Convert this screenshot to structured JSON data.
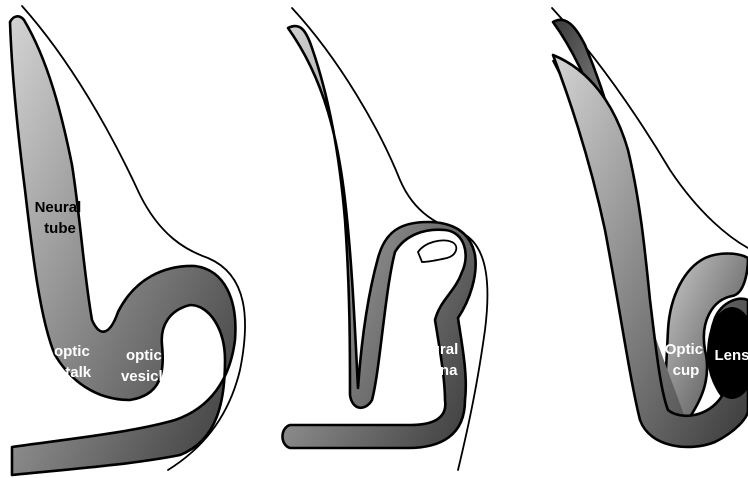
{
  "panels": [
    {
      "stage": "optic-vesicle",
      "labels": {
        "neural_tube": [
          "Neural",
          "tube"
        ],
        "optic_stalk": [
          "optic",
          "stalk"
        ],
        "optic_vesicle": [
          "optic",
          "vesicle"
        ]
      }
    },
    {
      "stage": "neural-retina",
      "labels": {
        "neural_retina": [
          "Neural",
          "retina"
        ]
      }
    },
    {
      "stage": "optic-cup",
      "labels": {
        "optic_cup": [
          "Optic",
          "cup"
        ],
        "lens": "Lens"
      }
    }
  ],
  "colors": {
    "tissue_light": "#d4d4d4",
    "tissue_dark": "#3a3a3a",
    "lens": "#000000",
    "outline": "#000000",
    "background": "#ffffff"
  }
}
